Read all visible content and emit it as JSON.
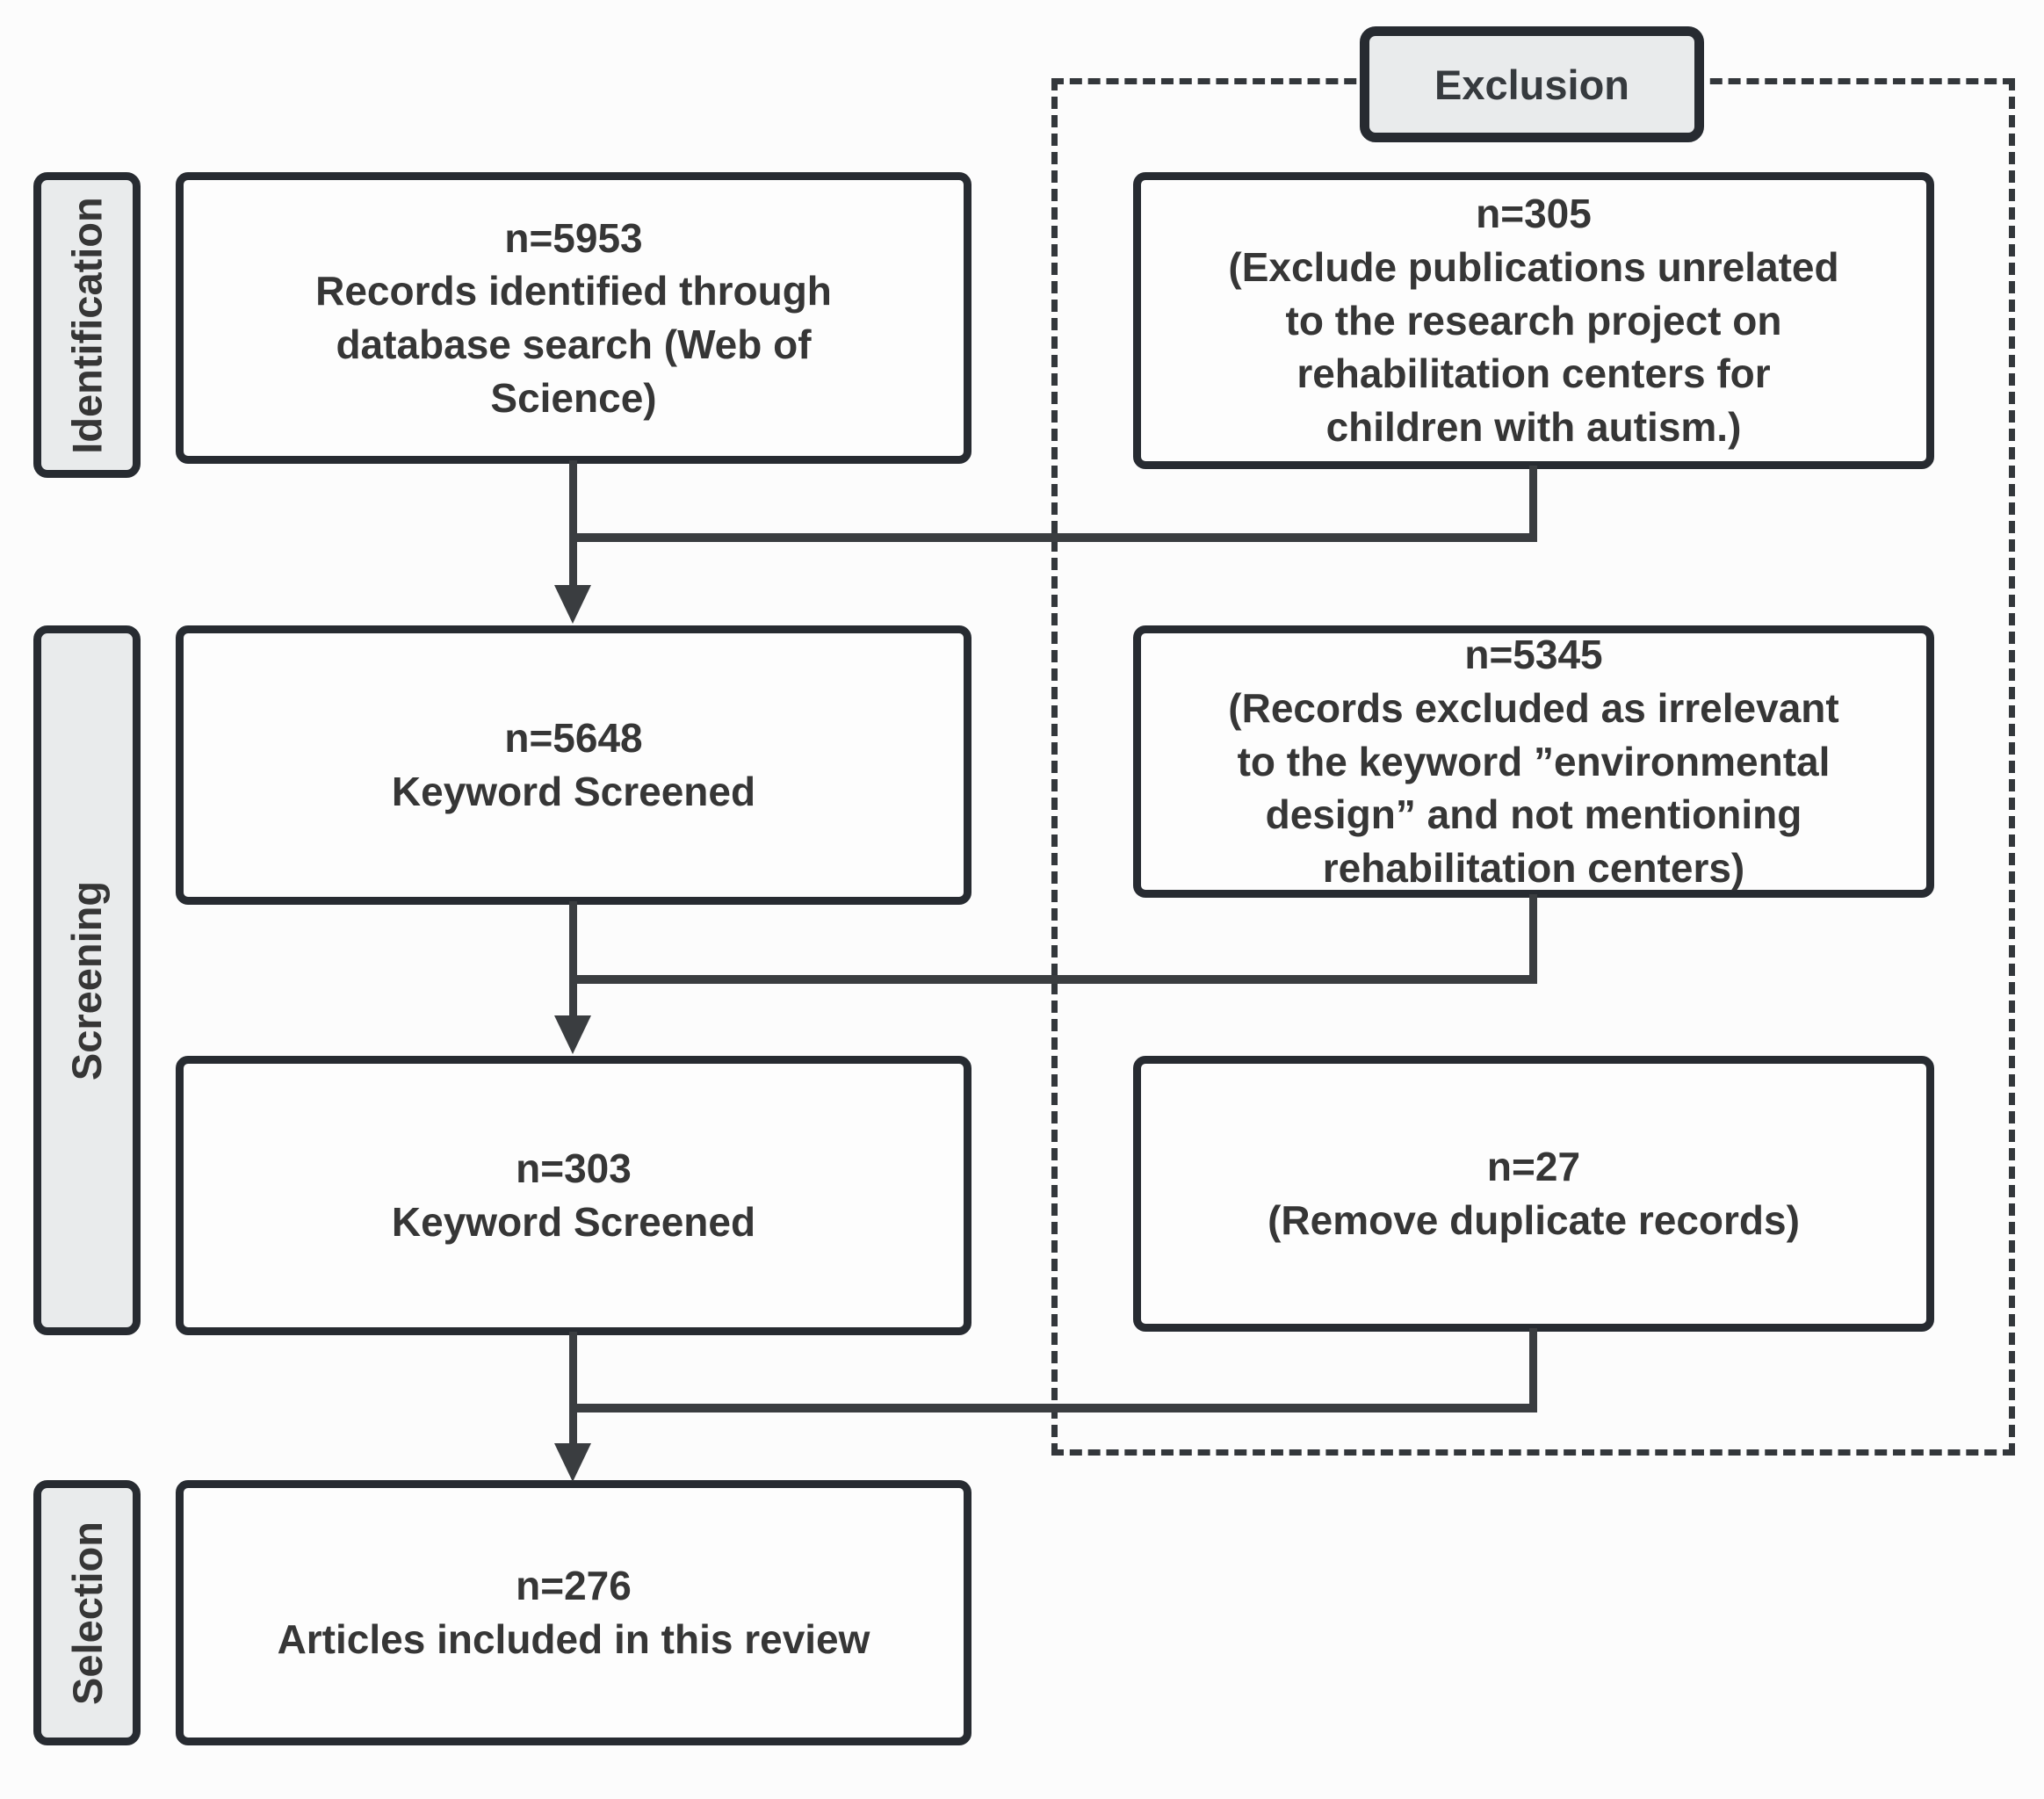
{
  "figure": {
    "type": "flow-diagram",
    "exclusion_header": "Exclusion"
  },
  "stages": [
    {
      "id": "identification",
      "label": "Identification"
    },
    {
      "id": "screening",
      "label": "Screening"
    },
    {
      "id": "selection",
      "label": "Selection"
    }
  ],
  "main_flow": [
    {
      "text": "n=5953\nRecords identified through\ndatabase search (Web of\nScience)"
    },
    {
      "text": "n=5648\nKeyword Screened"
    },
    {
      "text": "n=303\nKeyword Screened"
    },
    {
      "text": "n=276\nArticles included in this review"
    }
  ],
  "exclusions": [
    {
      "text": "n=305\n(Exclude publications unrelated\nto the research project on\nrehabilitation centers for\nchildren with autism.)"
    },
    {
      "text": "n=5345\n(Records excluded as irrelevant\nto the keyword ”environmental\ndesign” and not mentioning\nrehabilitation centers)"
    },
    {
      "text": "n=27\n(Remove duplicate records)"
    }
  ],
  "colors": {
    "box_border": "#272b31",
    "connector_line": "#3a3d40",
    "label_fill": "#e9ebec",
    "box_fill": "#fdfdfd",
    "page_background": "#fcfcfc",
    "text": "#363636"
  }
}
